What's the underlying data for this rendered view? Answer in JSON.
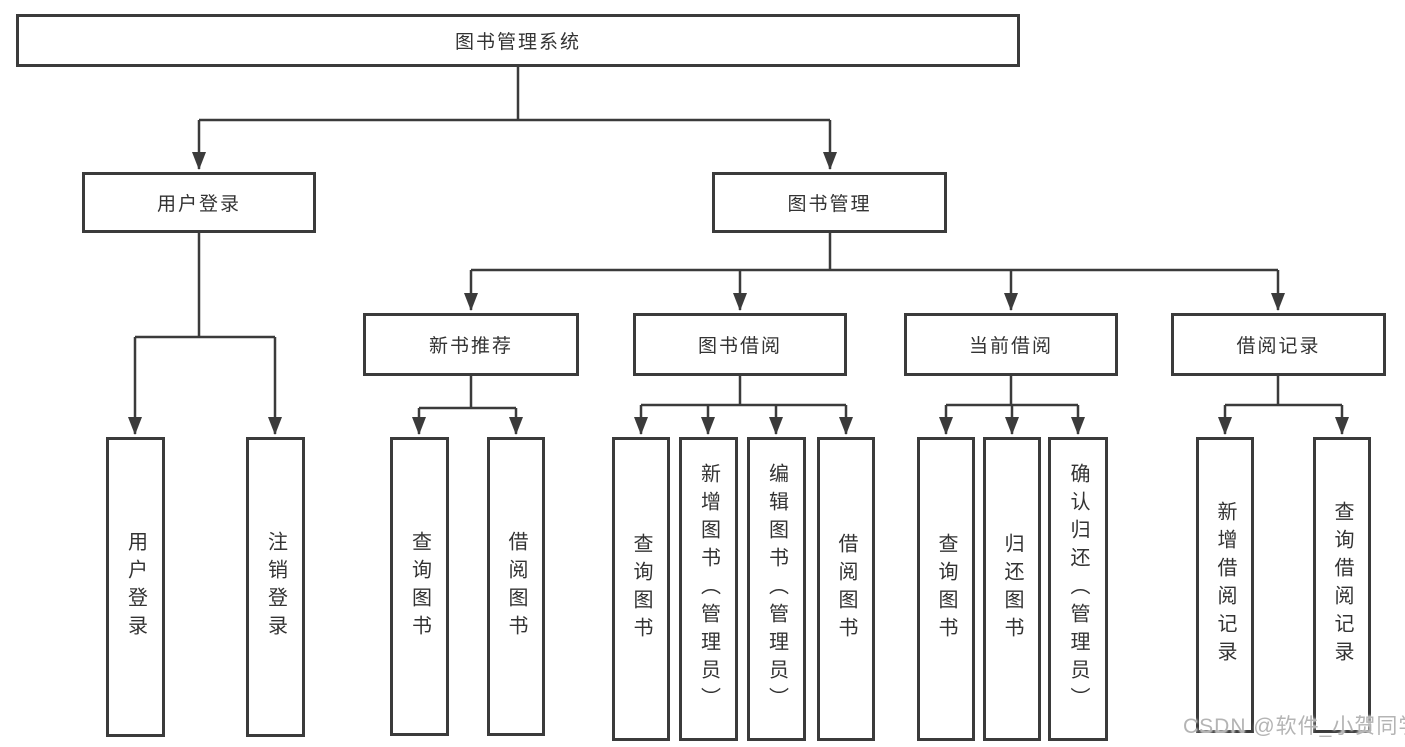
{
  "diagram": {
    "root": {
      "label": "图书管理系统"
    },
    "branches": [
      {
        "label": "用户登录",
        "children": [
          {
            "label": "用户登录"
          },
          {
            "label": "注销登录"
          }
        ]
      },
      {
        "label": "图书管理",
        "children": [
          {
            "label": "新书推荐",
            "children": [
              {
                "label": "查询图书"
              },
              {
                "label": "借阅图书"
              }
            ]
          },
          {
            "label": "图书借阅",
            "children": [
              {
                "label": "查询图书"
              },
              {
                "label": "新增图书（管理员）"
              },
              {
                "label": "编辑图书（管理员）"
              },
              {
                "label": "借阅图书"
              }
            ]
          },
          {
            "label": "当前借阅",
            "children": [
              {
                "label": "查询图书"
              },
              {
                "label": "归还图书"
              },
              {
                "label": "确认归还（管理员）"
              }
            ]
          },
          {
            "label": "借阅记录",
            "children": [
              {
                "label": "新增借阅记录"
              },
              {
                "label": "查询借阅记录"
              }
            ]
          }
        ]
      }
    ]
  },
  "watermark": {
    "text": "CSDN @软件_小贺同学"
  },
  "colors": {
    "line": "#3b3b3b",
    "box_border": "#3b3b3b",
    "text": "#333333",
    "watermark": "#b4b4b4",
    "background": "#ffffff"
  }
}
